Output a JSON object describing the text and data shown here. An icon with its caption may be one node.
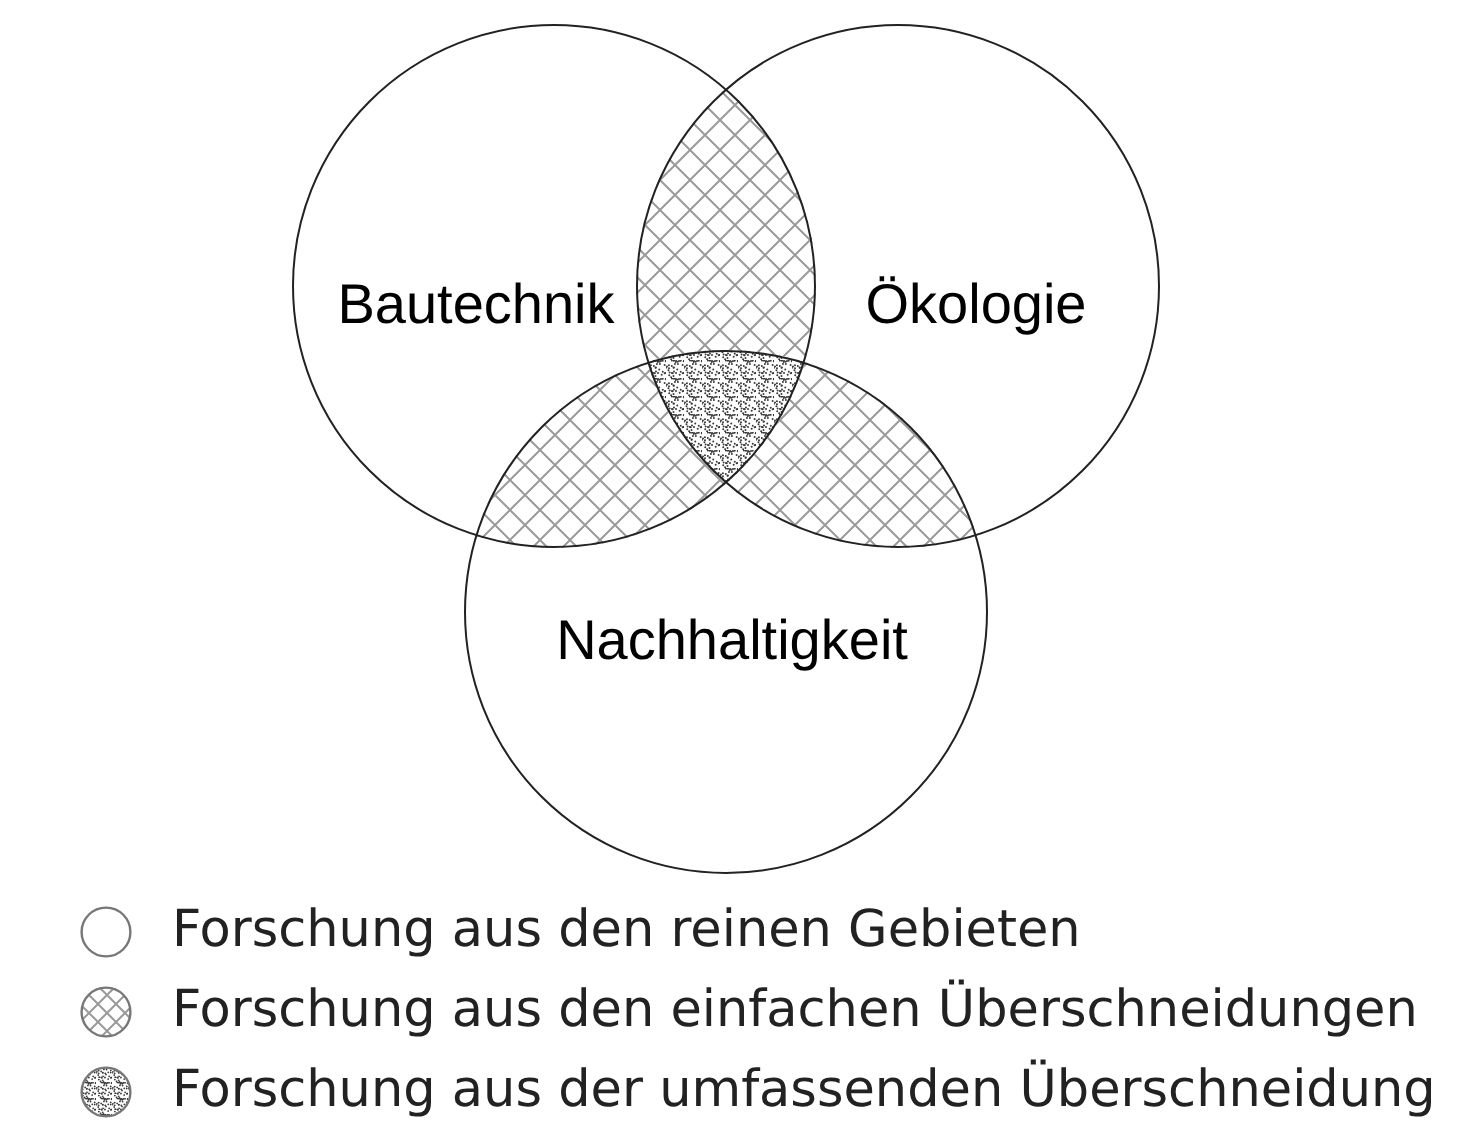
{
  "diagram": {
    "nodes": [
      {
        "text": [
          "Bautechnik"
        ]
      },
      {
        "text": [
          "Ökologie"
        ]
      },
      {
        "text": [
          "Nachhaltigkeit"
        ]
      },
      {
        "text": [],
        "shape": "lens"
      },
      {
        "text": [],
        "shape": "lens"
      },
      {
        "text": [],
        "shape": "triangle"
      },
      {
        "text": [],
        "shape": "lens"
      }
    ],
    "edges": [],
    "legend": [
      {
        "text": "Forschung aus den reinen Gebieten"
      },
      {
        "text": "Forschung aus den einfachen Überschneidungen"
      },
      {
        "text": "Forschung aus der umfassenden Überschneidung"
      }
    ]
  }
}
